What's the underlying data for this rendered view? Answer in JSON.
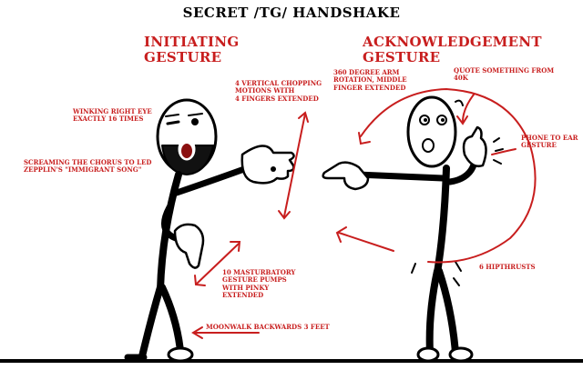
{
  "title": "SECRET /TG/ HANDSHAKE",
  "colors": {
    "annotation": "#c81e1e",
    "ink": "#000000",
    "background": "#ffffff"
  },
  "left_figure": {
    "heading": "INITIATING\nGESTURE",
    "labels": {
      "winking": "WINKING RIGHT EYE\nEXACTLY 16 TIMES",
      "screaming": "SCREAMING THE CHORUS TO LED\nZEPPLIN'S \"IMMIGRANT SONG\"",
      "chopping": "4 VERTICAL CHOPPING\nMOTIONS WITH\n4 FINGERS EXTENDED",
      "pumps": "10 MASTURBATORY\nGESTURE PUMPS\nWITH PINKY\nEXTENDED",
      "moonwalk": "MOONWALK BACKWARDS 3 FEET"
    }
  },
  "right_figure": {
    "heading": "ACKNOWLEDGEMENT\nGESTURE",
    "labels": {
      "rotation": "360 DEGREE ARM\nROTATION, MIDDLE\nFINGER EXTENDED",
      "quote": "QUOTE SOMETHING FROM\n40K",
      "phone": "PHONE TO EAR\nGESTURE",
      "hipthrusts": "6 HIPTHRUSTS"
    }
  }
}
